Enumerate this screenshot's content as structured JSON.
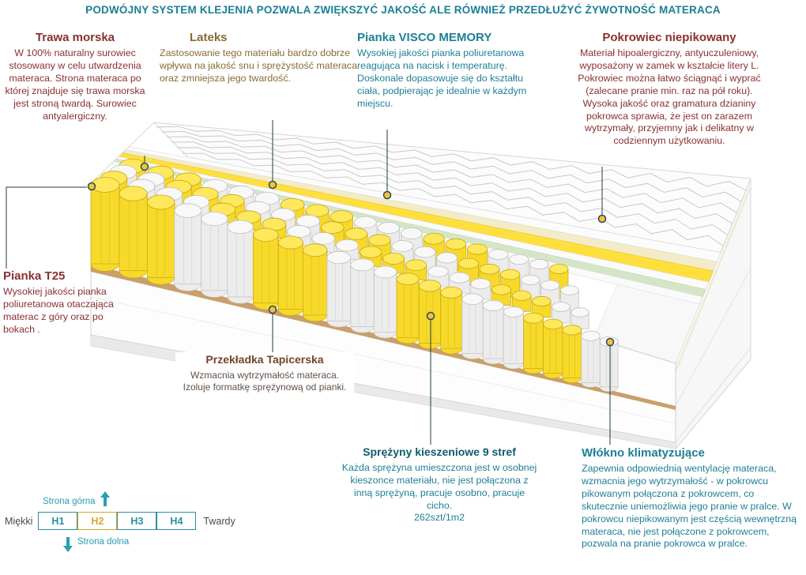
{
  "banner": {
    "text": "PODWÓJNY SYSTEM KLEJENIA POZWALA ZWIĘKSZYĆ JAKOŚĆ ALE RÓWNIEŻ PRZEDŁUŻYĆ ŻYWOTNOŚĆ MATERACA"
  },
  "annotations": {
    "trawa_morska": {
      "title": "Trawa morska",
      "body": "W 100% naturalny surowiec stosowany w celu utwardzenia materaca. Strona materaca po której znajduje się trawa morska jest stroną twardą. Surowiec antyalergiczny."
    },
    "lateks": {
      "title": "Lateks",
      "body": "Zastosowanie tego materiału bardzo dobrze wpływa na jakość snu i sprężystość materaca oraz zmniejsza jego twardość."
    },
    "pianka_visco": {
      "title": "Pianka VISCO MEMORY",
      "body": "Wysokiej jakości pianka poliuretanowa reagująca na nacisk i temperaturę. Doskonale dopasowuje się do kształtu ciała, podpierając je idealnie w każdym miejscu."
    },
    "pokrowiec": {
      "title": "Pokrowiec niepikowany",
      "body": "Materiał hipoalergiczny, antyuczuleniowy, wyposażony w zamek w kształcie litery L. Pokrowiec można łatwo ściągnąć i wyprać (zalecane pranie min.  raz na pół roku). Wysoka jakość oraz gramatura dzianiny pokrowca sprawia, że jest on zarazem wytrzymały, przyjemny jak i delikatny w codziennym użytkowaniu."
    },
    "pianka_t25": {
      "title": "Pianka T25",
      "body": "Wysokiej jakości pianka poliuretanowa otaczająca materac z góry oraz po bokach ."
    },
    "przekladka": {
      "title": "Przekładka Tapicerska",
      "body": "Wzmacnia wytrzymałość materaca.\nIzoluje formatkę sprężynową od pianki."
    },
    "sprezyny": {
      "title": "Sprężyny kieszeniowe 9 stref",
      "body": "Każda sprężyna umieszczona jest w osobnej kieszonce materiału, nie jest połączona z inną sprężyną, pracuje osobno, pracuje cicho.\n262szt/1m2"
    },
    "wlokno": {
      "title": "Włókno klimatyzujące",
      "body": "Zapewnia odpowiednią wentylację materaca, wzmacnia jego wytrzymałość - w pokrowcu pikowanym połączona z pokrowcem, co skutecznie uniemożliwia jego pranie w pralce. W pokrowcu niepikowanym jest częścią wewnętrzną materaca, nie jest połączone z pokrowcem, pozwala na pranie pokrowca w pralce."
    }
  },
  "hardness_scale": {
    "top_side_label": "Strona górna",
    "bottom_side_label": "Strona dolna",
    "soft_label": "Miękki",
    "hard_label": "Twardy",
    "levels": [
      "H1",
      "H2",
      "H3",
      "H4"
    ],
    "highlighted_level": "H2"
  },
  "colors": {
    "banner_teal": "#1b7f96",
    "dark_red": "#8a2f2f",
    "brown": "#8a6a35",
    "teal": "#1d7f96",
    "dark_teal": "#0f5b6d",
    "przekladka_title": "#76432a",
    "scale_teal": "#2a8fa3",
    "scale_orange": "#d9a62e",
    "arrow_teal": "#2a9db6",
    "leader_line": "#1d3b4a",
    "dot_fill": "#f2c23e",
    "dot_stroke": "#2c4a58",
    "spring_yellow_body": "#f7d92a",
    "spring_yellow_top": "#ffe85c",
    "spring_yellow_line": "#c7a714",
    "spring_white_body": "#ececec",
    "spring_white_top": "#f8f8f8",
    "spring_white_line": "#bfbfbf",
    "zigzag_line": "#c8c8c8",
    "stripe_yellow": "#ffdf3c",
    "stripe_green": "#d4e6c6",
    "stripe_cream": "#f4ecc6",
    "przekladka_layer": "#c9a06a"
  }
}
